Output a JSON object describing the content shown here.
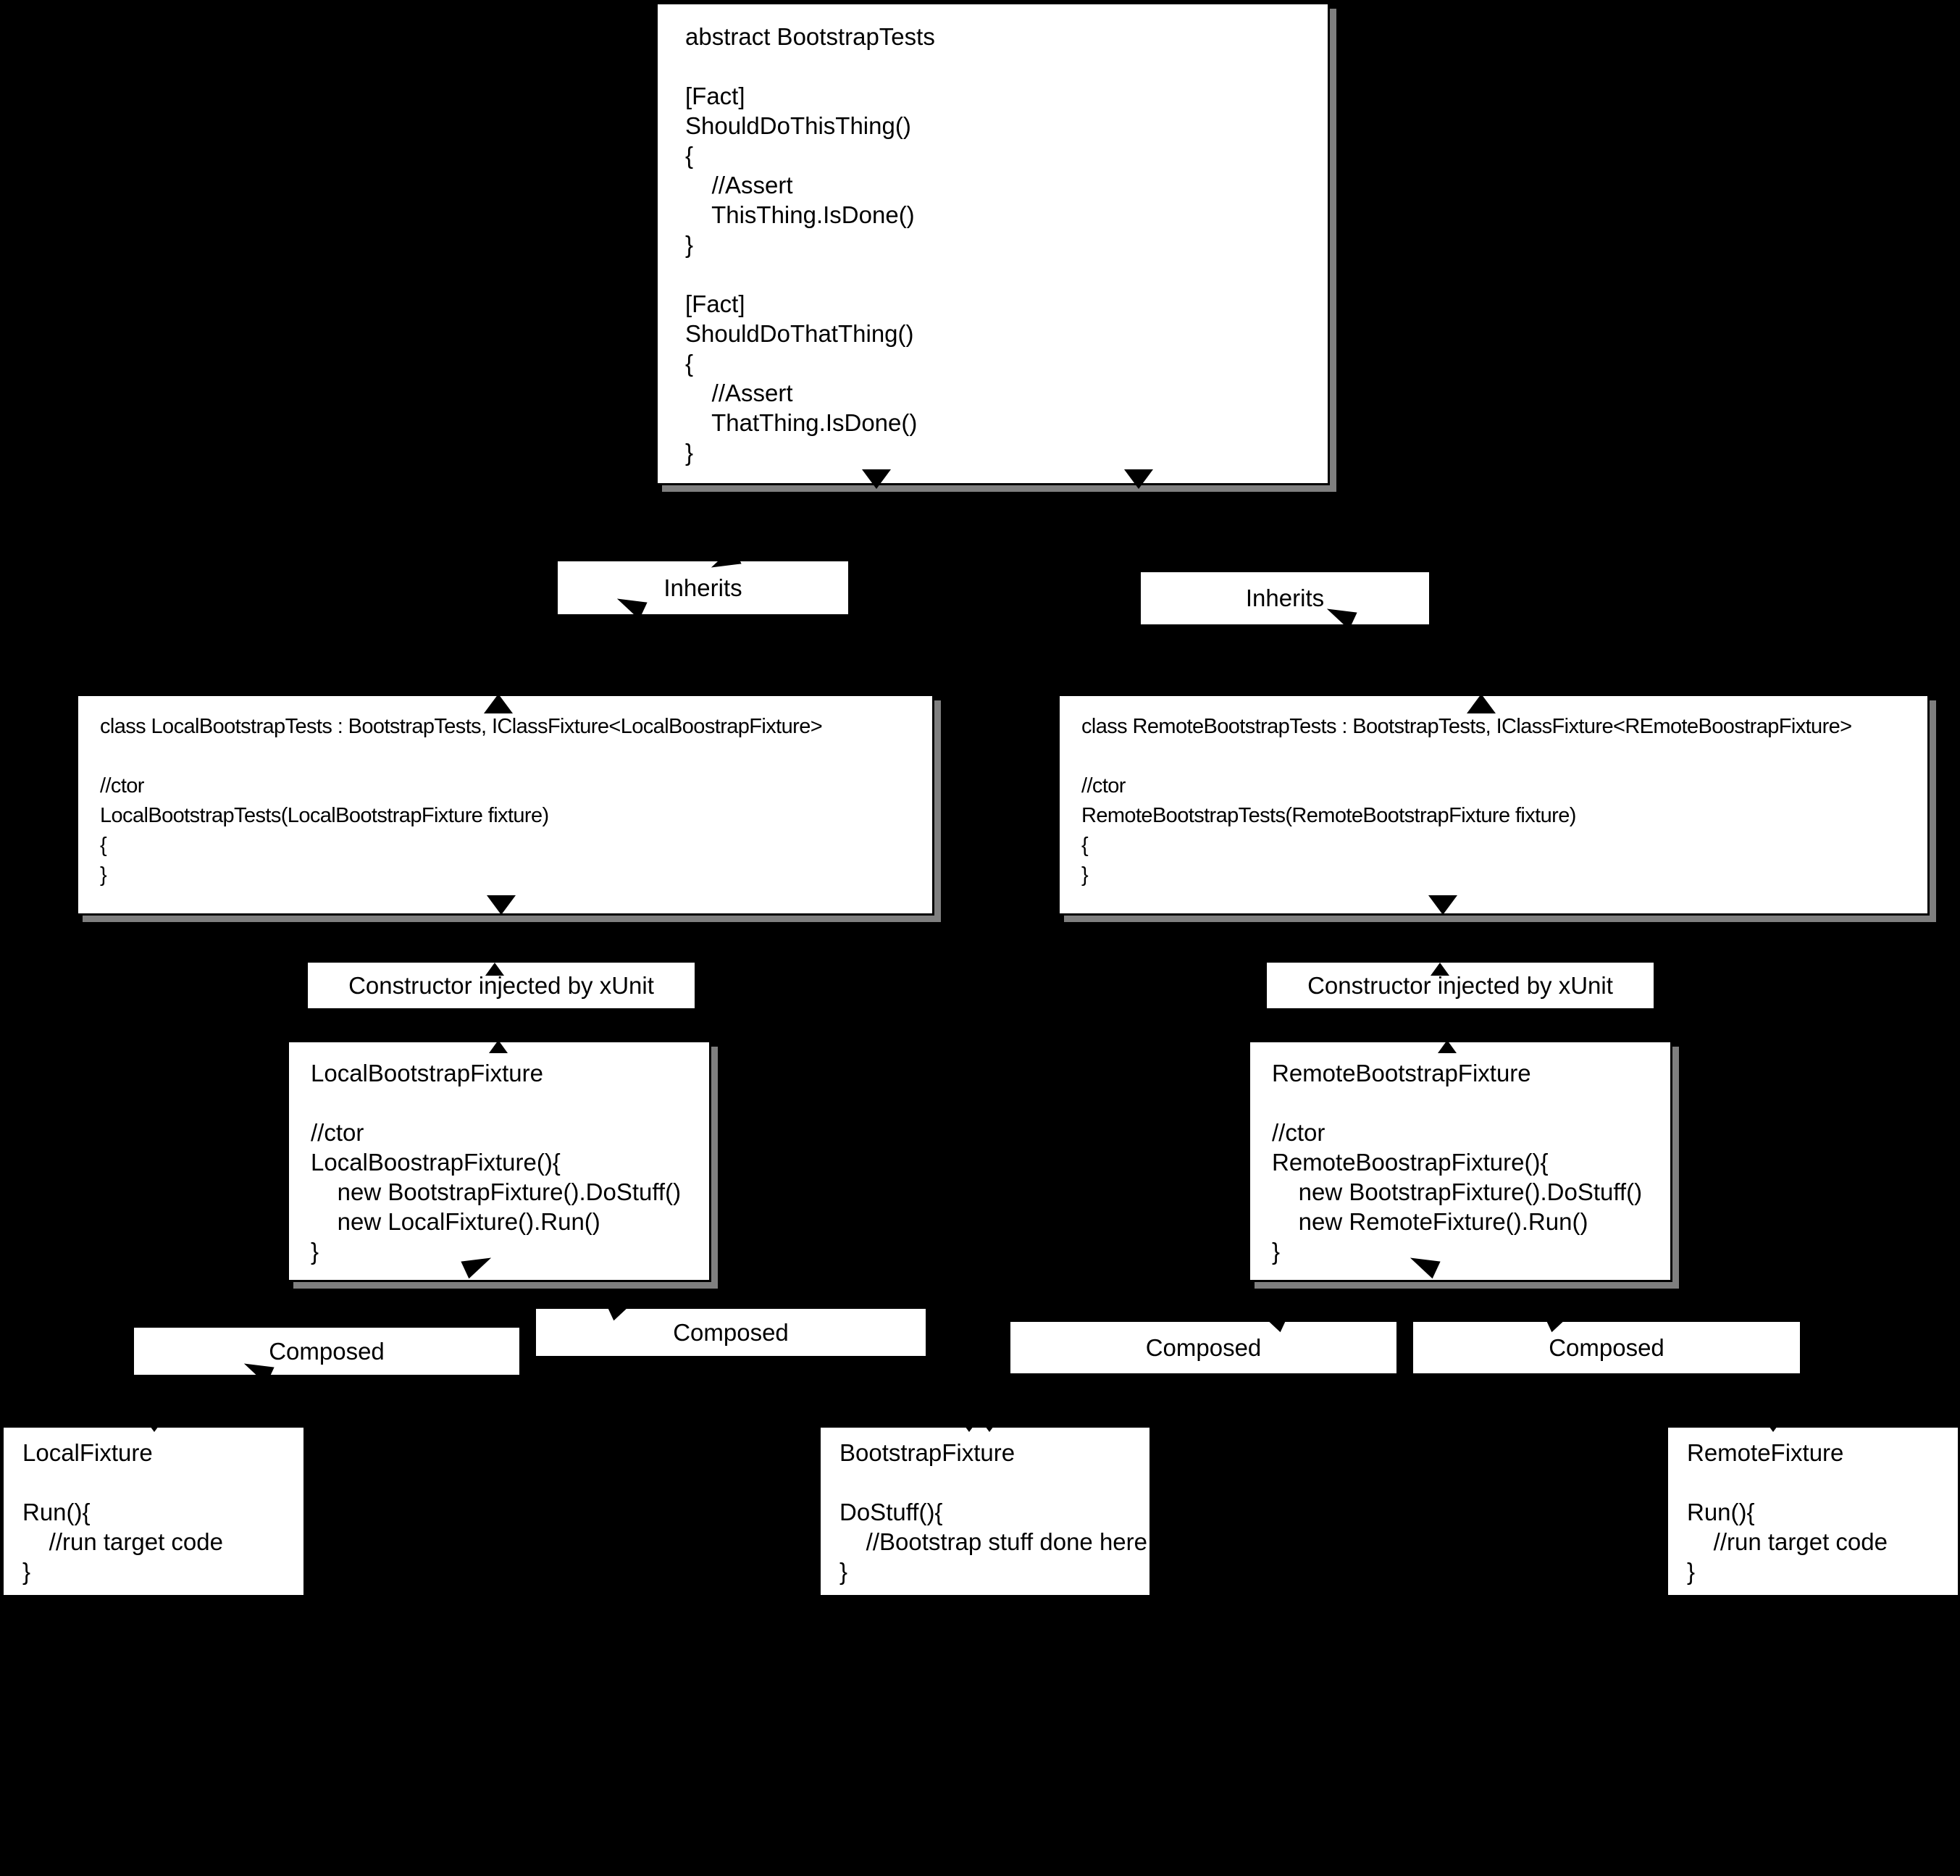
{
  "diagram": {
    "title": "xUnit bootstrap test fixture class diagram",
    "colors": {
      "background": "#000000",
      "box_fill": "#ffffff",
      "box_border": "#000000",
      "box_shadow": "#7f7f7f",
      "text": "#000000"
    }
  },
  "boxes": {
    "abstract_tests": {
      "lines": [
        "abstract BootstrapTests",
        "",
        "[Fact]",
        "ShouldDoThisThing()",
        "{",
        "    //Assert",
        "    ThisThing.IsDone()",
        "}",
        "",
        "[Fact]",
        "ShouldDoThatThing()",
        "{",
        "    //Assert",
        "    ThatThing.IsDone()",
        "}"
      ]
    },
    "local_tests": {
      "lines": [
        "class LocalBootstrapTests : BootstrapTests, IClassFixture<LocalBoostrapFixture>",
        "",
        "//ctor",
        "LocalBootstrapTests(LocalBootstrapFixture fixture)",
        "{",
        "}"
      ]
    },
    "remote_tests": {
      "lines": [
        "class RemoteBootstrapTests : BootstrapTests, IClassFixture<REmoteBoostrapFixture>",
        "",
        "//ctor",
        "RemoteBootstrapTests(RemoteBootstrapFixture fixture)",
        "{",
        "}"
      ]
    },
    "local_bootstrap_fixture": {
      "lines": [
        "LocalBootstrapFixture",
        "",
        "//ctor",
        "LocalBoostrapFixture(){",
        "    new BootstrapFixture().DoStuff()",
        "    new LocalFixture().Run()",
        "}"
      ]
    },
    "remote_bootstrap_fixture": {
      "lines": [
        "RemoteBootstrapFixture",
        "",
        "//ctor",
        "RemoteBoostrapFixture(){",
        "    new BootstrapFixture().DoStuff()",
        "    new RemoteFixture().Run()",
        "}"
      ]
    },
    "local_fixture": {
      "lines": [
        "LocalFixture",
        "",
        "Run(){",
        "    //run target code",
        "}"
      ]
    },
    "bootstrap_fixture": {
      "lines": [
        "BootstrapFixture",
        "",
        "DoStuff(){",
        "    //Bootstrap stuff done here",
        "}"
      ]
    },
    "remote_fixture": {
      "lines": [
        "RemoteFixture",
        "",
        "Run(){",
        "    //run target code",
        "}"
      ]
    }
  },
  "labels": {
    "inherits_left": "Inherits",
    "inherits_right": "Inherits",
    "ctor_left": "Constructor injected by xUnit",
    "ctor_right": "Constructor injected by xUnit",
    "composed_1": "Composed",
    "composed_2": "Composed",
    "composed_3": "Composed",
    "composed_4": "Composed"
  }
}
